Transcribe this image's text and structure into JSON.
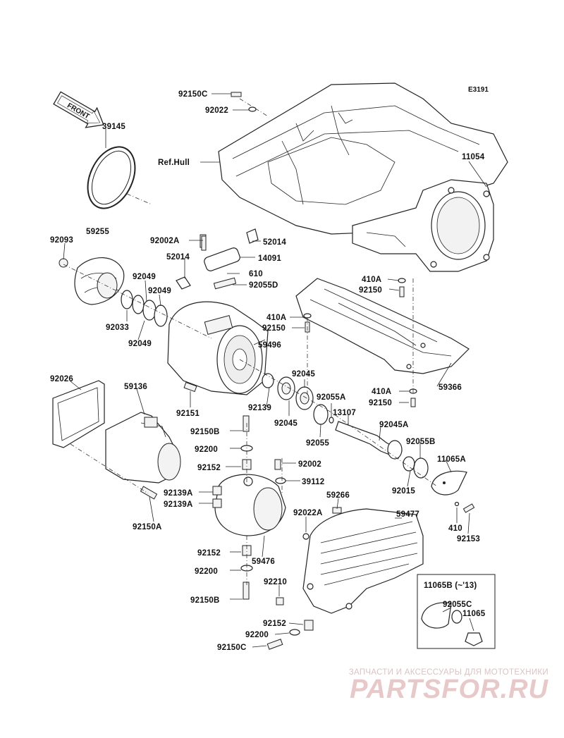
{
  "diagram_code": "E3191",
  "front_label": "FRONT",
  "ref_hull_label": "Ref.Hull",
  "inset_label": "11065B (~'13)",
  "labels": [
    {
      "id": "92150C-top",
      "text": "92150C"
    },
    {
      "id": "92022",
      "text": "92022"
    },
    {
      "id": "39145",
      "text": "39145"
    },
    {
      "id": "11054",
      "text": "11054"
    },
    {
      "id": "92093",
      "text": "92093"
    },
    {
      "id": "59255",
      "text": "59255"
    },
    {
      "id": "92002A",
      "text": "92002A"
    },
    {
      "id": "52014-right",
      "text": "52014"
    },
    {
      "id": "52014-left",
      "text": "52014"
    },
    {
      "id": "14091",
      "text": "14091"
    },
    {
      "id": "610",
      "text": "610"
    },
    {
      "id": "92055D",
      "text": "92055D"
    },
    {
      "id": "92049-a",
      "text": "92049"
    },
    {
      "id": "92049-b",
      "text": "92049"
    },
    {
      "id": "92049-c",
      "text": "92049"
    },
    {
      "id": "92033",
      "text": "92033"
    },
    {
      "id": "410A-top",
      "text": "410A"
    },
    {
      "id": "92150-top",
      "text": "92150"
    },
    {
      "id": "410A-mid",
      "text": "410A"
    },
    {
      "id": "92150-mid",
      "text": "92150"
    },
    {
      "id": "59496",
      "text": "59496"
    },
    {
      "id": "59366",
      "text": "59366"
    },
    {
      "id": "92026",
      "text": "92026"
    },
    {
      "id": "59136",
      "text": "59136"
    },
    {
      "id": "92045-top",
      "text": "92045"
    },
    {
      "id": "92055A",
      "text": "92055A"
    },
    {
      "id": "410A-low",
      "text": "410A"
    },
    {
      "id": "92150-low",
      "text": "92150"
    },
    {
      "id": "92151",
      "text": "92151"
    },
    {
      "id": "92139",
      "text": "92139"
    },
    {
      "id": "92045-bottom",
      "text": "92045"
    },
    {
      "id": "13107",
      "text": "13107"
    },
    {
      "id": "92150B-top",
      "text": "92150B"
    },
    {
      "id": "92055",
      "text": "92055"
    },
    {
      "id": "92045A",
      "text": "92045A"
    },
    {
      "id": "92200-top",
      "text": "92200"
    },
    {
      "id": "92055B",
      "text": "92055B"
    },
    {
      "id": "11065A",
      "text": "11065A"
    },
    {
      "id": "92152-top",
      "text": "92152"
    },
    {
      "id": "92002",
      "text": "92002"
    },
    {
      "id": "39112",
      "text": "39112"
    },
    {
      "id": "92015",
      "text": "92015"
    },
    {
      "id": "92139A-a",
      "text": "92139A"
    },
    {
      "id": "92139A-b",
      "text": "92139A"
    },
    {
      "id": "59266",
      "text": "59266"
    },
    {
      "id": "92150A",
      "text": "92150A"
    },
    {
      "id": "92022A",
      "text": "92022A"
    },
    {
      "id": "59477",
      "text": "59477"
    },
    {
      "id": "410",
      "text": "410"
    },
    {
      "id": "92153",
      "text": "92153"
    },
    {
      "id": "92152-mid",
      "text": "92152"
    },
    {
      "id": "59476",
      "text": "59476"
    },
    {
      "id": "92200-mid",
      "text": "92200"
    },
    {
      "id": "92210",
      "text": "92210"
    },
    {
      "id": "92150B-bottom",
      "text": "92150B"
    },
    {
      "id": "92055C",
      "text": "92055C"
    },
    {
      "id": "11065",
      "text": "11065"
    },
    {
      "id": "92152-bottom",
      "text": "92152"
    },
    {
      "id": "92200-bottom",
      "text": "92200"
    },
    {
      "id": "92150C-bottom",
      "text": "92150C"
    }
  ],
  "watermark": {
    "tagline": "ЗАПЧАСТИ И АКСЕССУАРЫ ДЛЯ МОТОТЕХНИКИ",
    "brand": "PARTSFOR.RU"
  }
}
